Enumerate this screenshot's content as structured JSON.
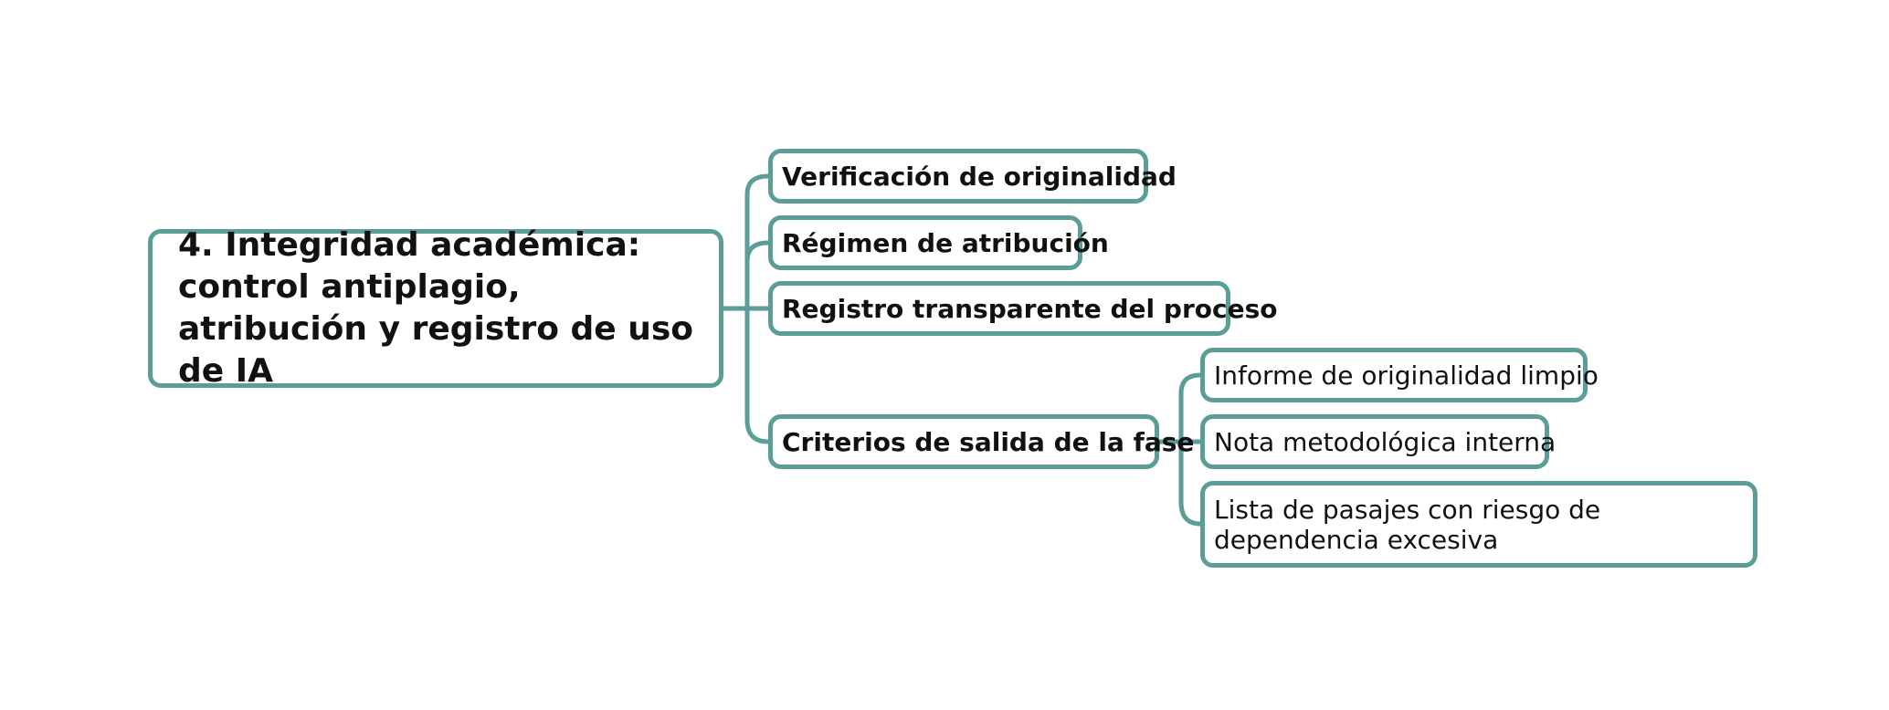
{
  "colors": {
    "connector": "#5a9e97",
    "node_border": "#5a9e97",
    "text": "#111111",
    "background": "#ffffff"
  },
  "root": {
    "label": "4. Integridad académica: control antiplagio, atribución y registro de uso de IA"
  },
  "branches": [
    {
      "label": "Verificación de originalidad"
    },
    {
      "label": "Régimen de atribución"
    },
    {
      "label": "Registro transparente del proceso"
    },
    {
      "label": "Criterios de salida de la fase",
      "children": [
        {
          "label": "Informe de originalidad limpio"
        },
        {
          "label": "Nota metodológica interna"
        },
        {
          "label": "Lista de pasajes con riesgo de dependencia excesiva"
        }
      ]
    }
  ]
}
